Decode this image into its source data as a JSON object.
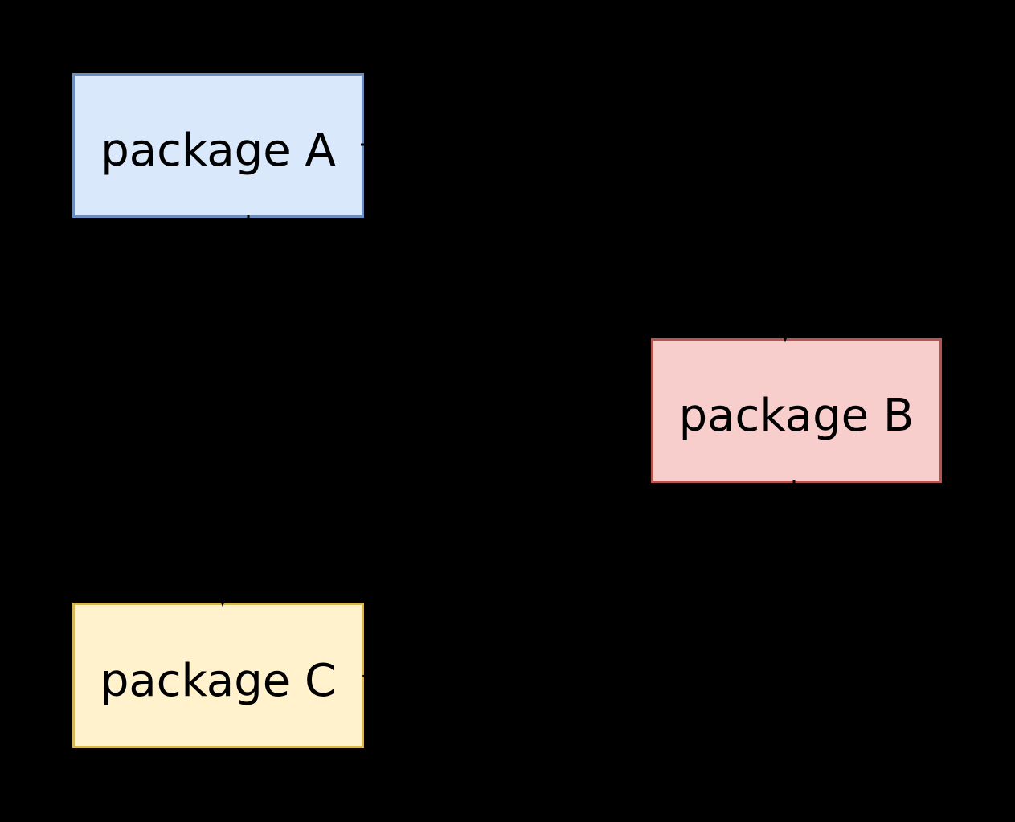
{
  "diagram": {
    "background_color": "#000000",
    "text_color": "#000000",
    "edge_color": "#000000",
    "nodes": [
      {
        "id": "A",
        "label": "package A",
        "fill": "#dae8fc",
        "stroke": "#6c8ebf"
      },
      {
        "id": "B",
        "label": "package B",
        "fill": "#f8cecc",
        "stroke": "#b85450"
      },
      {
        "id": "C",
        "label": "package C",
        "fill": "#fff2cc",
        "stroke": "#d6b656"
      }
    ],
    "edges": [
      {
        "from": "A",
        "to": "B"
      },
      {
        "from": "A",
        "to": "C"
      },
      {
        "from": "B",
        "to": "C"
      }
    ]
  }
}
